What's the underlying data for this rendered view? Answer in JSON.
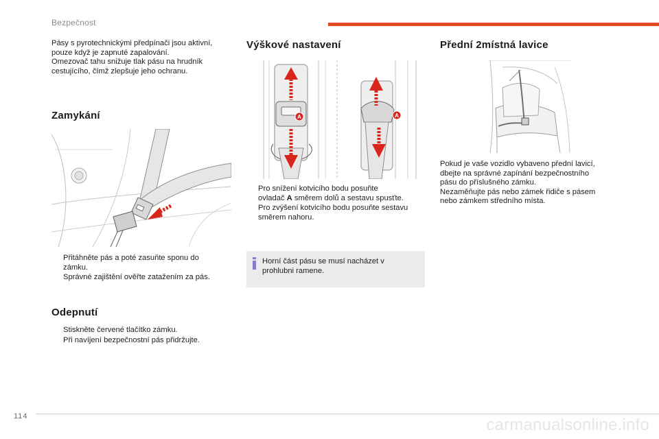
{
  "header": {
    "section_label": "Bezpečnost",
    "page_number": "114"
  },
  "intro": {
    "lines": [
      "Pásy s pyrotechnickými předpínači jsou aktivní,",
      "pouze když je zapnuté zapalování.",
      "Omezovač tahu snižuje tlak pásu na hrudník",
      "cestujícího, čímž zlepšuje jeho ochranu."
    ]
  },
  "locking": {
    "heading": "Zamykání",
    "bullets": [
      {
        "mark": "",
        "lines": [
          "Přitáhněte pás a poté zasuňte sponu do",
          "zámku."
        ]
      },
      {
        "mark": "",
        "lines": [
          "Správné zajištění ověřte zatažením za pás."
        ]
      }
    ]
  },
  "unlocking": {
    "heading": "Odepnutí",
    "bullets": [
      {
        "mark": "",
        "lines": [
          "Stiskněte červené tlačítko zámku."
        ]
      },
      {
        "mark": "",
        "lines": [
          "Při navíjení bezpečnostní pás přidržujte."
        ]
      }
    ]
  },
  "height_adjust": {
    "heading": "Výškové nastavení",
    "callout_label": "A",
    "bullets": [
      {
        "mark": "",
        "lines_before_bold": "Pro snížení kotvicího bodu posuňte",
        "line2_prefix": "ovladač ",
        "bold": "A",
        "line2_suffix": " směrem dolů a sestavu spusťte."
      },
      {
        "mark": "",
        "lines": [
          "Pro zvýšení kotvicího bodu posuňte sestavu",
          "směrem nahoru."
        ]
      }
    ],
    "note": [
      "Horní část pásu se musí nacházet v",
      "prohlubni ramene."
    ]
  },
  "bench": {
    "heading": "Přední 2místná lavice",
    "lines": [
      "Pokud je vaše vozidlo vybaveno přední lavicí,",
      "dbejte na správné zapínání bezpečnostního",
      "pásu do příslušného zámku.",
      "Nezaměňujte pás nebo zámek řidiče s pásem",
      "nebo zámkem středního místa."
    ]
  },
  "footer": {
    "watermark": "carmanualsonline.info"
  },
  "colors": {
    "accent": "#e04b26",
    "arrow_red": "#d8261c",
    "note_bg": "#ebebeb",
    "note_bar": "#8a7cc4"
  }
}
